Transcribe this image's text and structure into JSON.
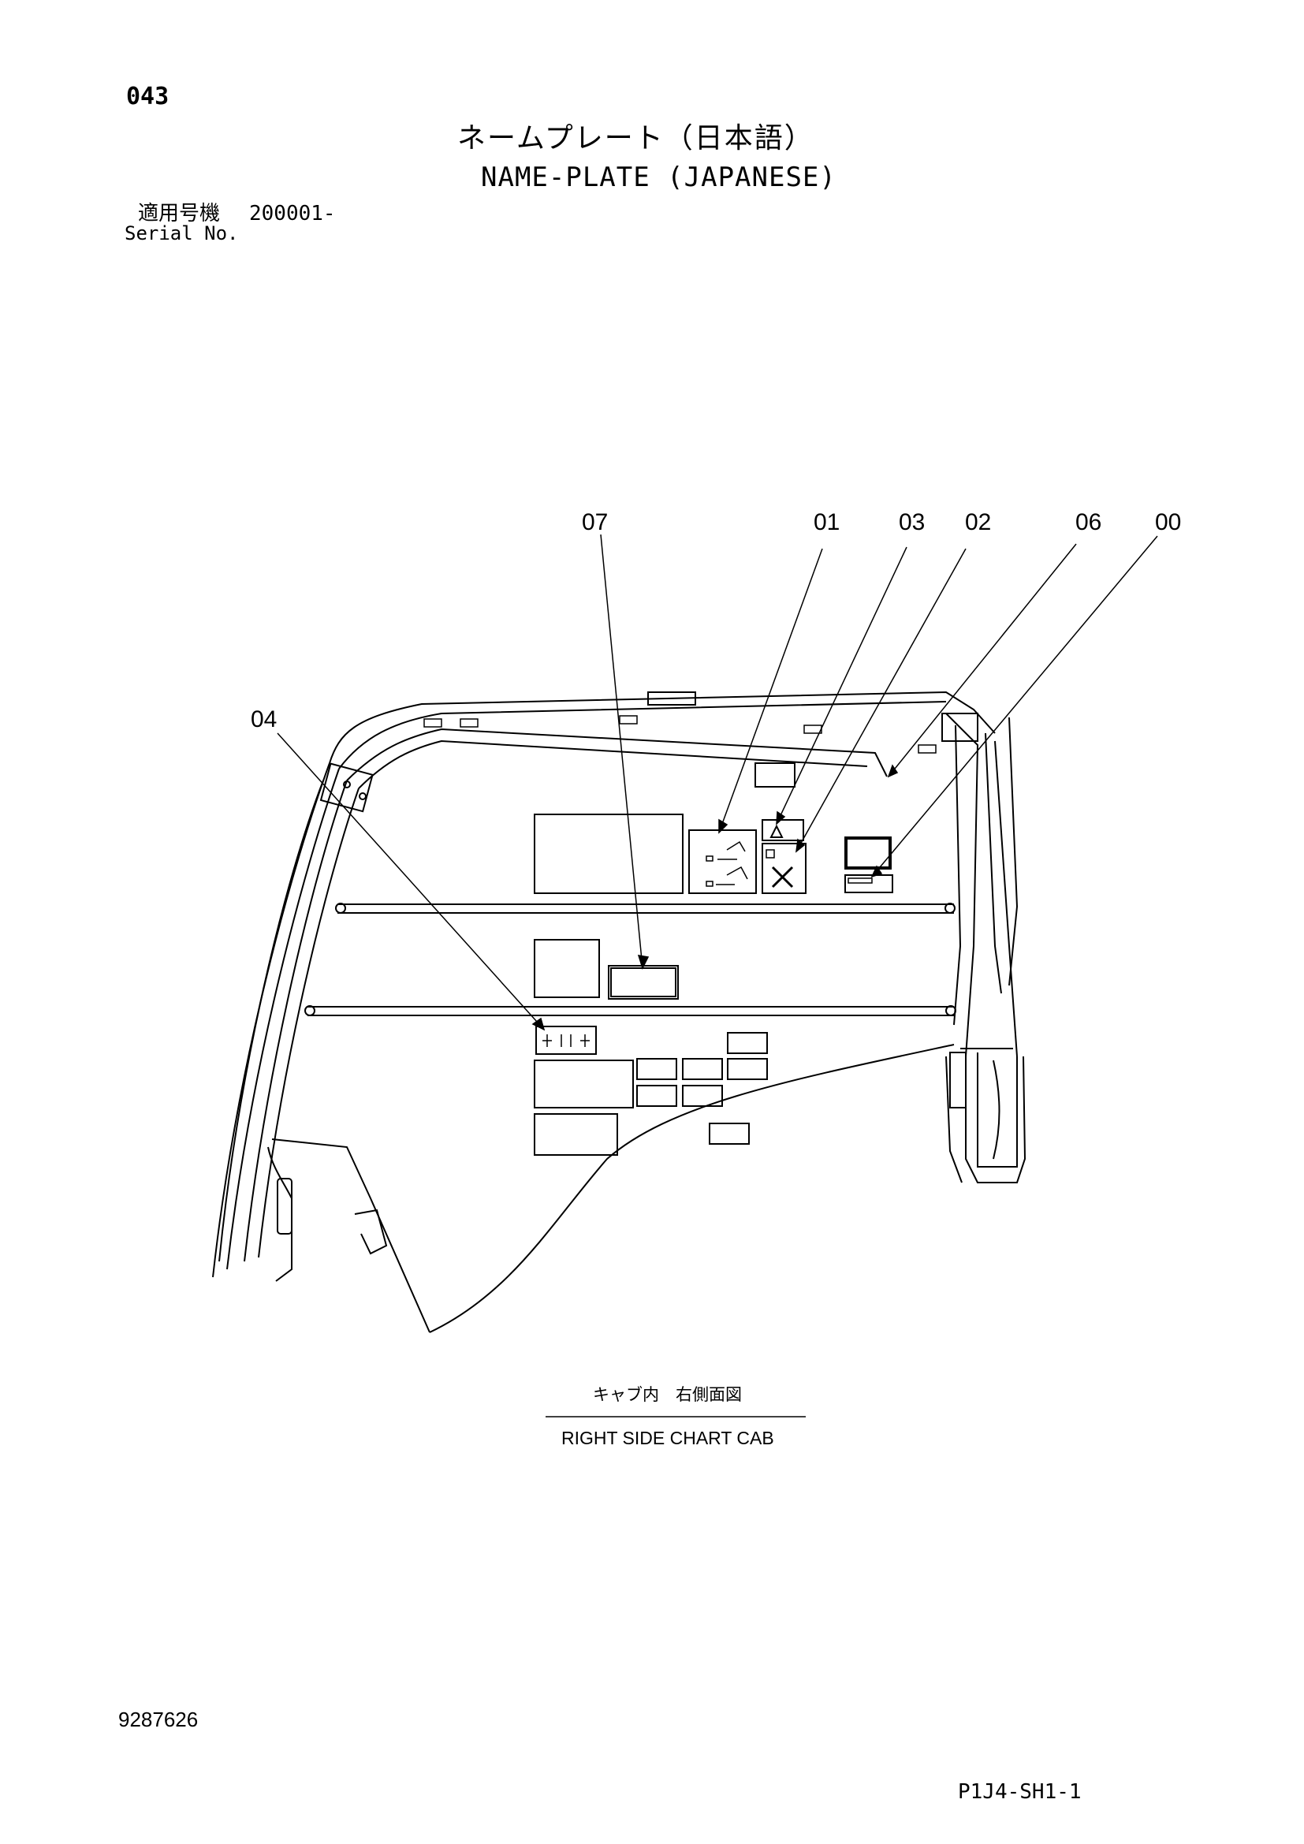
{
  "header": {
    "page_number": "043",
    "title_japanese": "ネームプレート（日本語）",
    "title_english": "NAME-PLATE (JAPANESE)",
    "serial_label_japanese": "適用号機",
    "serial_range": "200001-",
    "serial_label_english": "Serial No."
  },
  "diagram": {
    "callouts": [
      "07",
      "01",
      "03",
      "02",
      "06",
      "00",
      "04"
    ],
    "caption_japanese": "キャブ内　右側面図",
    "caption_english": "RIGHT SIDE CHART CAB"
  },
  "footer": {
    "document_number": "9287626",
    "sheet_code": "P1J4-SH1-1"
  }
}
